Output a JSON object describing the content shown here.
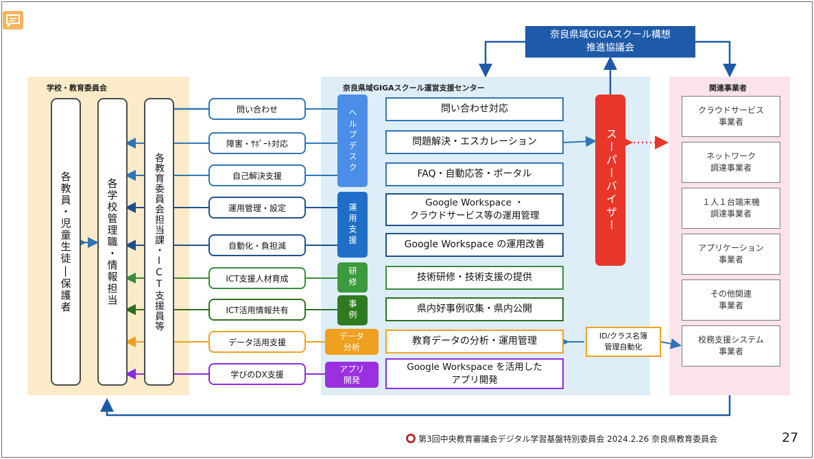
{
  "panels": {
    "school_title": "学校・教育委員会",
    "center_title": "奈良県域GIGAスクール運営支援センター",
    "vendor_title": "関連事業者"
  },
  "school_columns": [
    "各教員・児童生徒|保護者",
    "各学校管理職・情報担当",
    "各教育委員会担当課・ICT支援員等"
  ],
  "services": [
    {
      "label": "問い合わせ",
      "color": "#2e75b6"
    },
    {
      "label": "障害・ｻﾎﾟｰﾄ対応",
      "color": "#2e75b6"
    },
    {
      "label": "自己解決支援",
      "color": "#2e75b6"
    },
    {
      "label": "運用管理・設定",
      "color": "#1f4e8c"
    },
    {
      "label": "自動化・負担減",
      "color": "#1f4e8c"
    },
    {
      "label": "ICT支援人材育成",
      "color": "#3a8a3c"
    },
    {
      "label": "ICT活用情報共有",
      "color": "#2e6e1e"
    },
    {
      "label": "データ活用支援",
      "color": "#f0a020"
    },
    {
      "label": "学びのDX支援",
      "color": "#8a2be2"
    }
  ],
  "categories": [
    {
      "label": "ヘルプデスク",
      "color": "#4a8ee8"
    },
    {
      "label": "運用支援",
      "color": "#1f6fc8"
    },
    {
      "label": "研修",
      "color": "#3a9a3c"
    },
    {
      "label": "事例",
      "color": "#2e7a1e"
    },
    {
      "label": "データ分析",
      "color": "#f0a020"
    },
    {
      "label": "アプリ開発",
      "color": "#9b30e0"
    }
  ],
  "support_items": [
    {
      "label": "問い合わせ対応",
      "color": "#2e75b6"
    },
    {
      "label": "問題解決・エスカレーション",
      "color": "#2e75b6"
    },
    {
      "label": "FAQ・自動応答・ポータル",
      "color": "#2e75b6"
    },
    {
      "label": "Google Workspace ・\nクラウドサービス等の運用管理",
      "color": "#1f4e8c"
    },
    {
      "label": "Google Workspace の運用改善",
      "color": "#1f4e8c"
    },
    {
      "label": "技術研修・技術支援の提供",
      "color": "#3a8a3c"
    },
    {
      "label": "県内好事例収集・県内公開",
      "color": "#2e6e1e"
    },
    {
      "label": "教育データの分析・運用管理",
      "color": "#f0a020"
    },
    {
      "label": "Google Workspace を活用した\nアプリ開発",
      "color": "#8a2be2"
    }
  ],
  "council": "奈良県域GIGAスクール構想\n推進協議会",
  "supervisor": "スーパーバイザー",
  "id_box": "ID/クラス名簿\n管理自動化",
  "vendors": [
    "クラウドサービス\n事業者",
    "ネットワーク\n調達事業者",
    "１人１台端末機\n調達事業者",
    "アプリケーション\n事業者",
    "その他関連\n事業者",
    "校務支援システム\n事業者"
  ],
  "footer": {
    "text": "第3回中央教育審議会デジタル学習基盤特別委員会 2024.2.26 奈良県教育委員会",
    "page": "27"
  },
  "colors": {
    "navy": "#1e5aa8",
    "supervisor_red": "#e8372a",
    "school_bg": "#fbebc8",
    "center_bg": "#ddeef9",
    "vendor_bg": "#fbe3ec"
  }
}
